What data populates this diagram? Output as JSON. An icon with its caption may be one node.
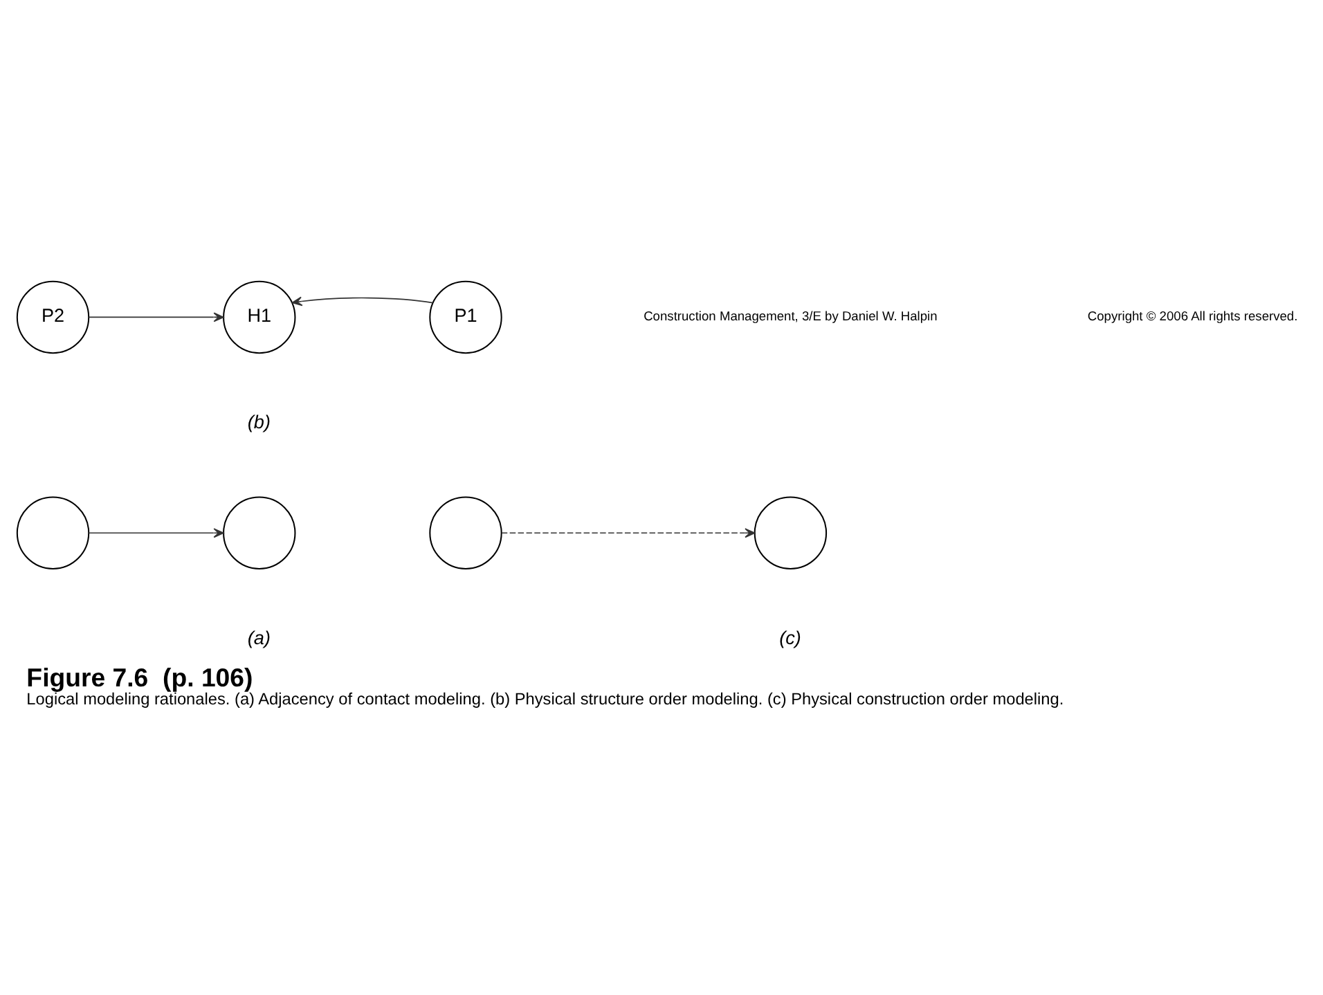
{
  "diagram": {
    "title": "Figure 7.6  (p. 106)",
    "caption": "Logical modeling rationales. (a) Adjacency of contact modeling. (b) Physical structure order modeling. (c) Physical construction order modeling.",
    "nodes": [
      {
        "text": [],
        "shape": "circle"
      },
      {
        "text": [],
        "shape": "circle"
      },
      {
        "text": [],
        "shape": "circle"
      },
      {
        "text": [],
        "shape": "circle"
      },
      {
        "text": [
          "P2"
        ]
      },
      {
        "text": [
          "H1"
        ]
      },
      {
        "text": [
          "P1"
        ]
      }
    ],
    "edges": [
      {
        "from": 0,
        "to": 1,
        "arrow": "to"
      },
      {
        "from": 2,
        "to": 3,
        "arrow": "to",
        "style": "dashed"
      },
      {
        "from": 4,
        "to": 5,
        "arrow": "to"
      },
      {
        "from": 6,
        "to": 5,
        "arrow": "to"
      }
    ],
    "labels": [
      "(a)",
      "(c)",
      "(b)",
      "Construction Management, 3/E by Daniel W. Halpin",
      "Copyright © 2006 All rights reserved."
    ]
  }
}
